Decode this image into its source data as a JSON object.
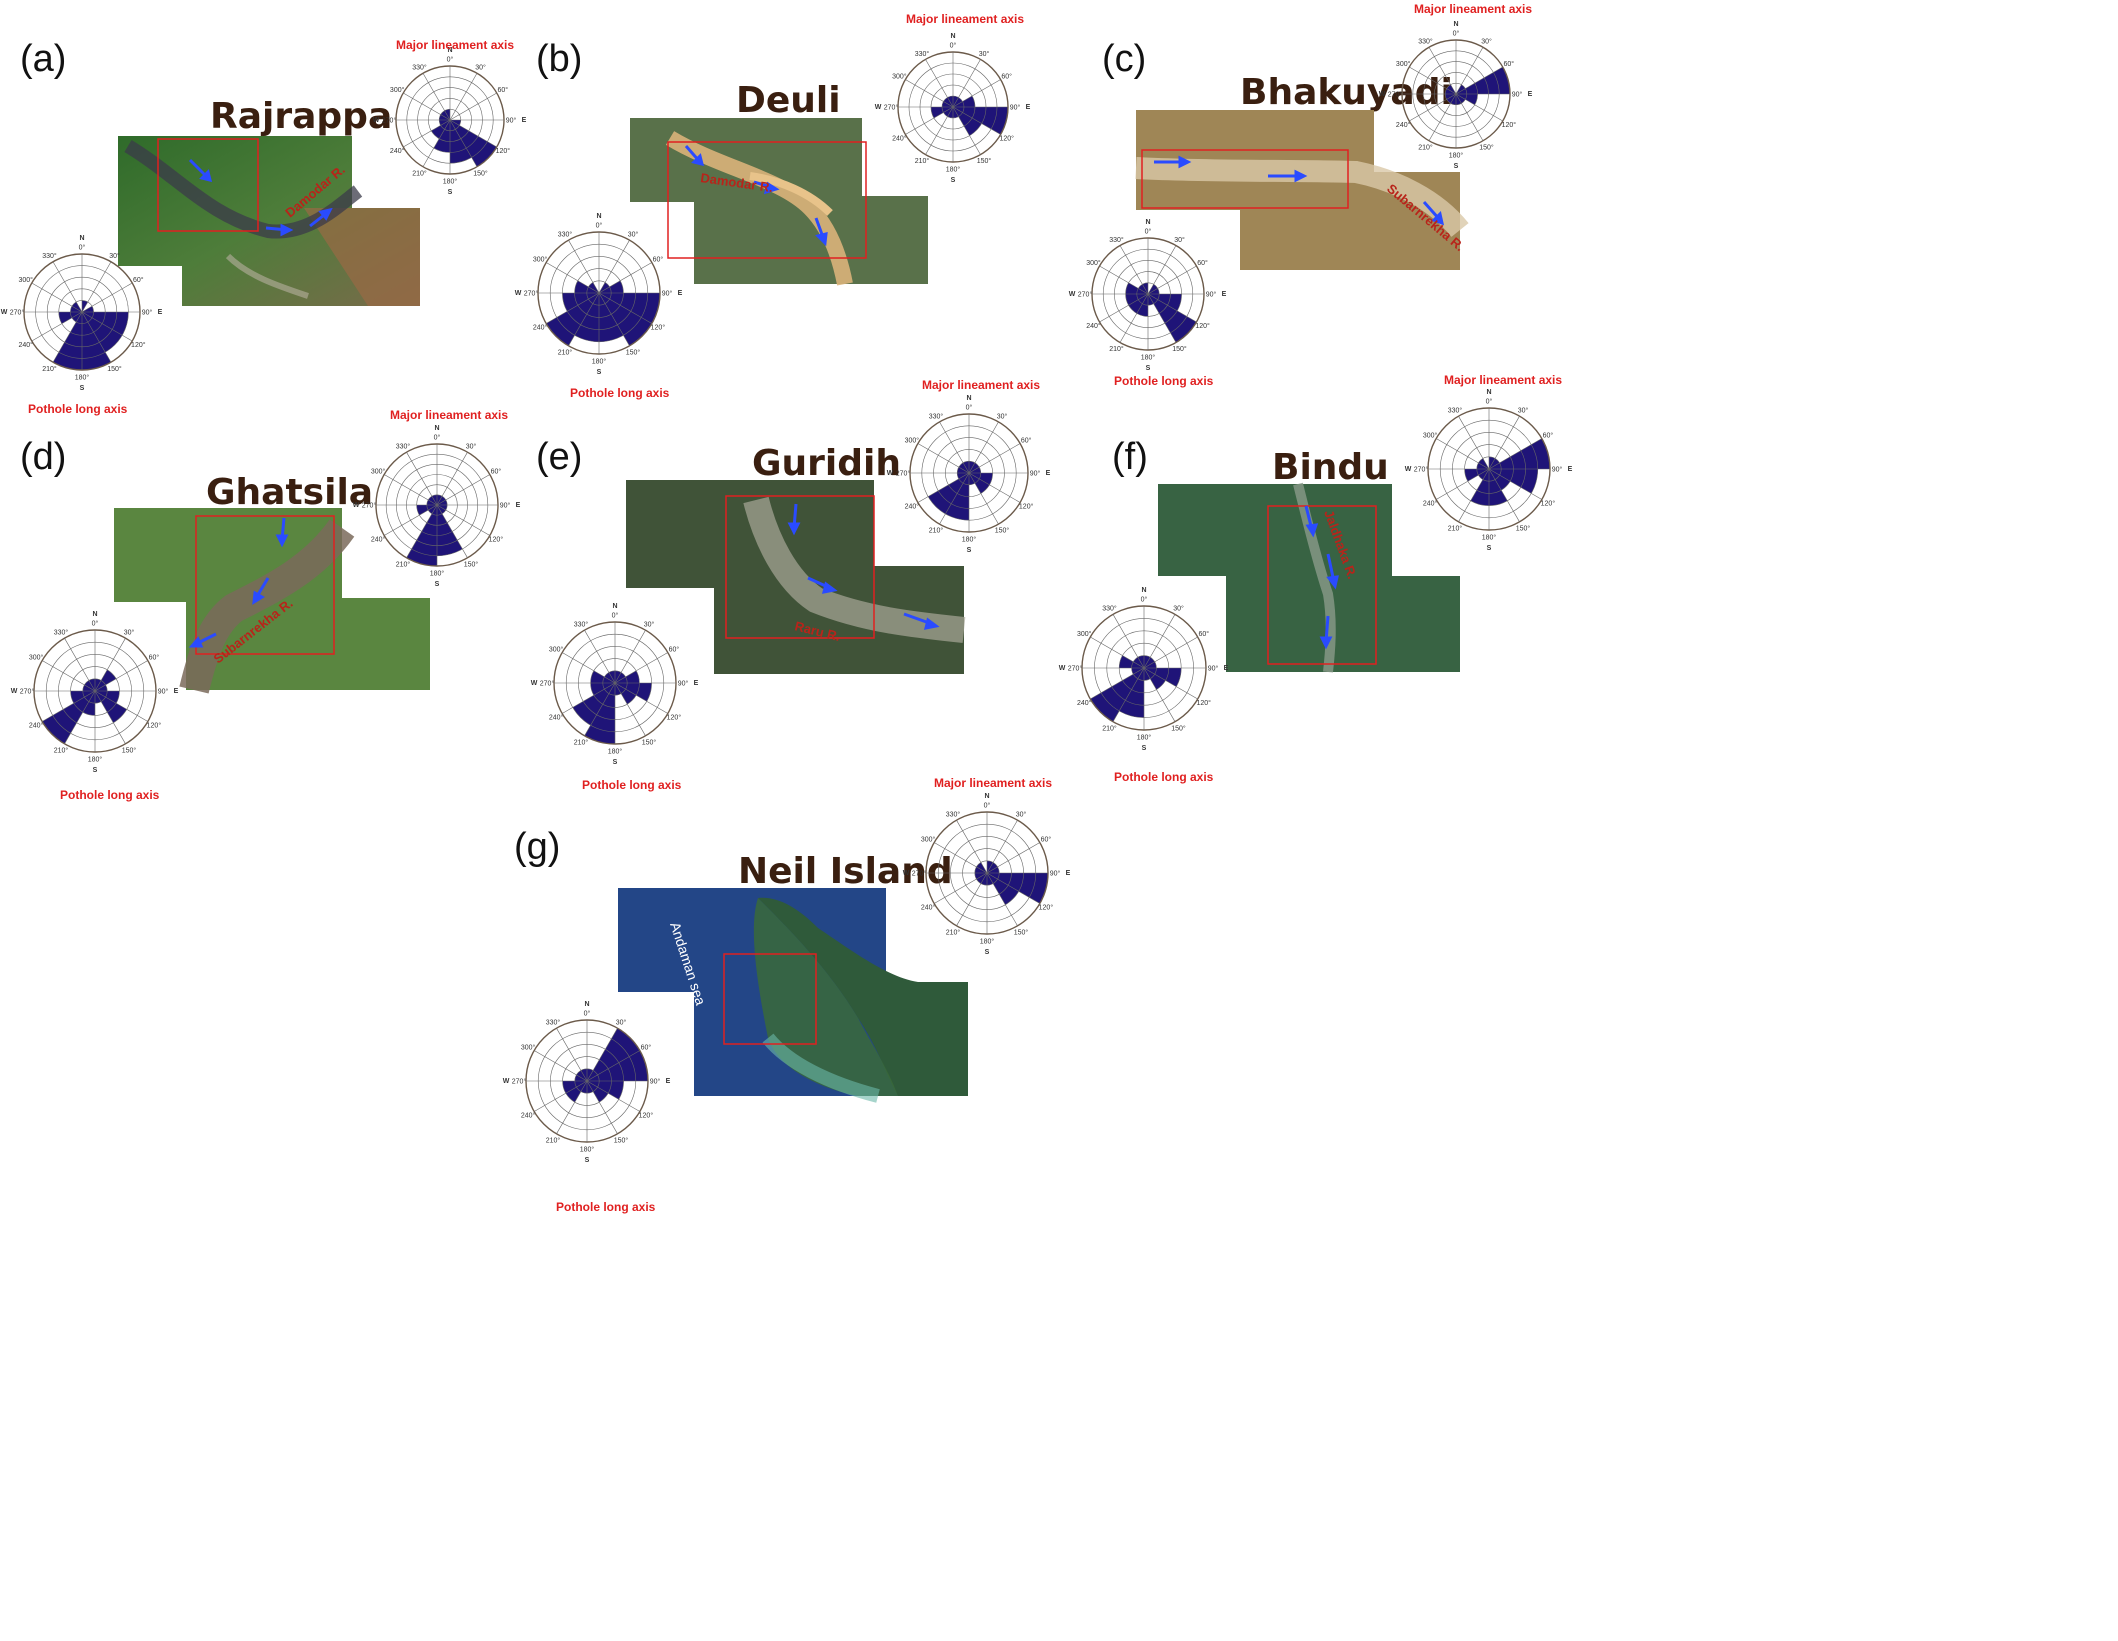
{
  "colors": {
    "petal": "#1f1478",
    "grid": "#666666",
    "outer_ring": "#6b5a4a",
    "caption": "#e02020",
    "box": "#e02020",
    "arrow": "#2a4bff",
    "title": "#3a1f10"
  },
  "icons": {
    "arrow": "blue-arrow-icon",
    "study_box": "red-rectangle-icon"
  },
  "rose_labels": {
    "north": "N",
    "south": "S",
    "east": "E",
    "west": "W",
    "angles": [
      "0°",
      "30°",
      "60°",
      "90°",
      "120°",
      "150°",
      "180°",
      "210°",
      "240°",
      "270°",
      "300°",
      "330°"
    ]
  },
  "chart_data": [
    {
      "panel": "(a)",
      "site": "Rajrappa",
      "river": "Damodar R.",
      "type": "rose",
      "lineament": {
        "caption": "Major lineament axis",
        "max": 5,
        "counts": [
          0,
          0,
          0,
          1,
          5,
          4,
          3,
          2,
          1,
          1,
          1,
          1
        ]
      },
      "pothole": {
        "caption": "Pothole long axis",
        "max": 5,
        "counts": [
          1,
          0,
          1,
          4,
          4,
          5,
          5,
          1,
          2,
          1,
          1,
          0
        ]
      }
    },
    {
      "panel": "(b)",
      "site": "Deuli",
      "river": "Damodar R.",
      "type": "rose",
      "lineament": {
        "caption": "Major lineament axis",
        "max": 5,
        "counts": [
          1,
          1,
          2,
          5,
          3,
          1,
          1,
          1,
          2,
          1,
          1,
          1
        ]
      },
      "pothole": {
        "caption": "Pothole long axis",
        "max": 5,
        "counts": [
          0,
          1,
          2,
          5,
          5,
          4,
          4,
          5,
          3,
          2,
          1,
          0
        ]
      }
    },
    {
      "panel": "(c)",
      "site": "Bhakuyadi",
      "river": "Subarnrekha R.",
      "type": "rose",
      "lineament": {
        "caption": "Major lineament axis",
        "max": 5,
        "counts": [
          0,
          1,
          5,
          2,
          1,
          1,
          1,
          1,
          1,
          1,
          1,
          0
        ]
      },
      "pothole": {
        "caption": "Pothole long axis",
        "max": 5,
        "counts": [
          0,
          1,
          1,
          3,
          5,
          1,
          2,
          2,
          2,
          2,
          1,
          1
        ]
      }
    },
    {
      "panel": "(d)",
      "site": "Ghatsila",
      "river": "Subarnrekha R.",
      "type": "rose",
      "lineament": {
        "caption": "Major lineament axis",
        "max": 6,
        "counts": [
          1,
          1,
          1,
          1,
          1,
          5,
          6,
          1,
          2,
          1,
          1,
          1
        ]
      },
      "pothole": {
        "caption": "Pothole long axis",
        "max": 5,
        "counts": [
          1,
          2,
          1,
          2,
          3,
          1,
          2,
          5,
          2,
          1,
          1,
          1
        ]
      }
    },
    {
      "panel": "(e)",
      "site": "Guridih",
      "river": "Raru R.",
      "type": "rose",
      "lineament": {
        "caption": "Major lineament axis",
        "max": 5,
        "counts": [
          1,
          1,
          1,
          2,
          2,
          1,
          4,
          4,
          1,
          1,
          1,
          1
        ]
      },
      "pothole": {
        "caption": "Pothole long axis",
        "max": 5,
        "counts": [
          1,
          1,
          2,
          3,
          2,
          1,
          5,
          4,
          2,
          2,
          1,
          1
        ]
      }
    },
    {
      "panel": "(f)",
      "site": "Bindu",
      "river": "Jaldhaka R.",
      "type": "rose",
      "lineament": {
        "caption": "Major lineament axis",
        "max": 5,
        "counts": [
          1,
          1,
          5,
          4,
          2,
          3,
          3,
          1,
          2,
          1,
          1,
          0
        ]
      },
      "pothole": {
        "caption": "Pothole long axis",
        "max": 5,
        "counts": [
          1,
          1,
          1,
          3,
          2,
          1,
          4,
          5,
          1,
          2,
          1,
          1
        ]
      }
    },
    {
      "panel": "(g)",
      "site": "Neil Island",
      "river": "",
      "sea": "Andaman sea",
      "type": "rose",
      "lineament": {
        "caption": "Major lineament axis",
        "max": 5,
        "counts": [
          1,
          1,
          1,
          5,
          3,
          1,
          1,
          1,
          1,
          1,
          1,
          0
        ]
      },
      "pothole": {
        "caption": "Pothole long axis",
        "max": 5,
        "counts": [
          1,
          5,
          5,
          3,
          2,
          1,
          1,
          2,
          2,
          1,
          1,
          1
        ]
      }
    }
  ]
}
